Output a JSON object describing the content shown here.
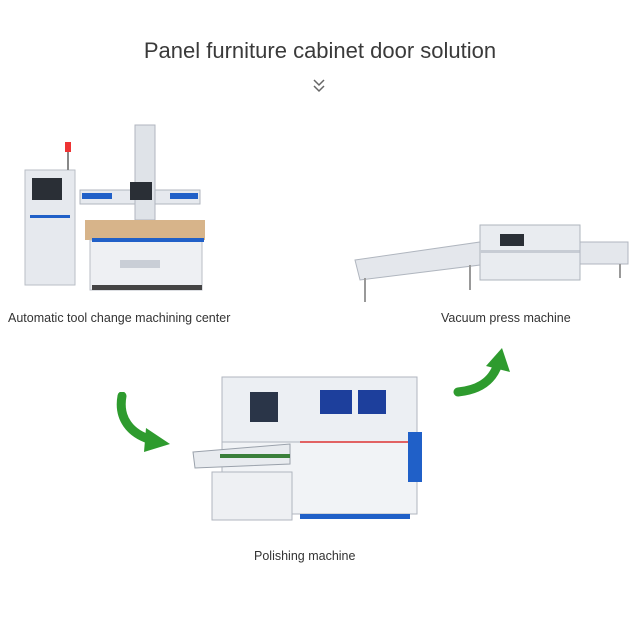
{
  "title": "Panel furniture cabinet door solution",
  "machines": [
    {
      "label": "Automatic tool change machining center"
    },
    {
      "label": "Vacuum press machine"
    },
    {
      "label": "Polishing machine"
    }
  ],
  "colors": {
    "arrow_green": "#2e9b2e",
    "machine_blue": "#2060c8",
    "machine_white": "#e9ecf0"
  }
}
